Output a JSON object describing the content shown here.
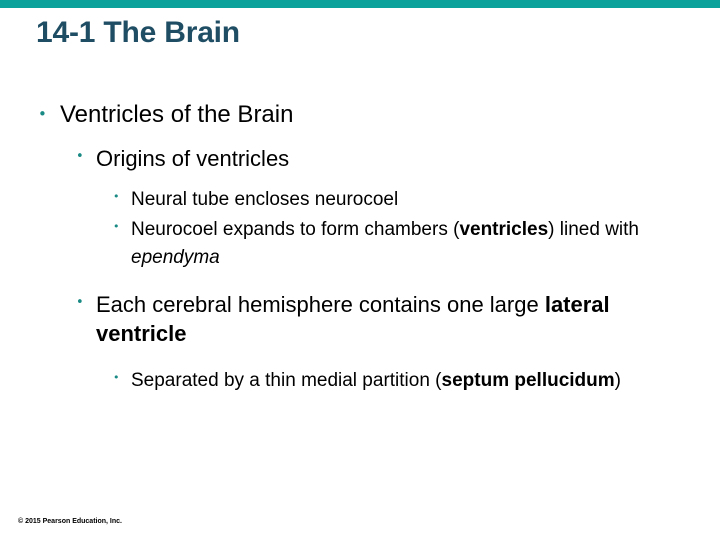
{
  "slide": {
    "title": "14-1 The Brain",
    "accent_color": "#0aa29a",
    "title_color": "#1f4e64",
    "bullet_color": "#1a8a85",
    "background_color": "#ffffff",
    "bullet_glyph": "•"
  },
  "content": {
    "l1_ventricles": {
      "text": "Ventricles of the Brain"
    },
    "l2_origins": {
      "text": "Origins of ventricles"
    },
    "l3_neural_tube": {
      "text": "Neural tube encloses neurocoel"
    },
    "l3_neurocoel_expands": {
      "part1": "Neurocoel expands to form chambers (",
      "bold1": "ventricles",
      "part2": ") lined with ",
      "italic1": "ependyma"
    },
    "l2_hemisphere": {
      "part1": "Each cerebral hemisphere contains one large ",
      "bold1": "lateral ventricle"
    },
    "l3_septum": {
      "part1": "Separated by a thin medial partition (",
      "bold1": "septum pellucidum",
      "part2": ")"
    }
  },
  "footer": {
    "copyright": "© 2015 Pearson Education, Inc."
  }
}
